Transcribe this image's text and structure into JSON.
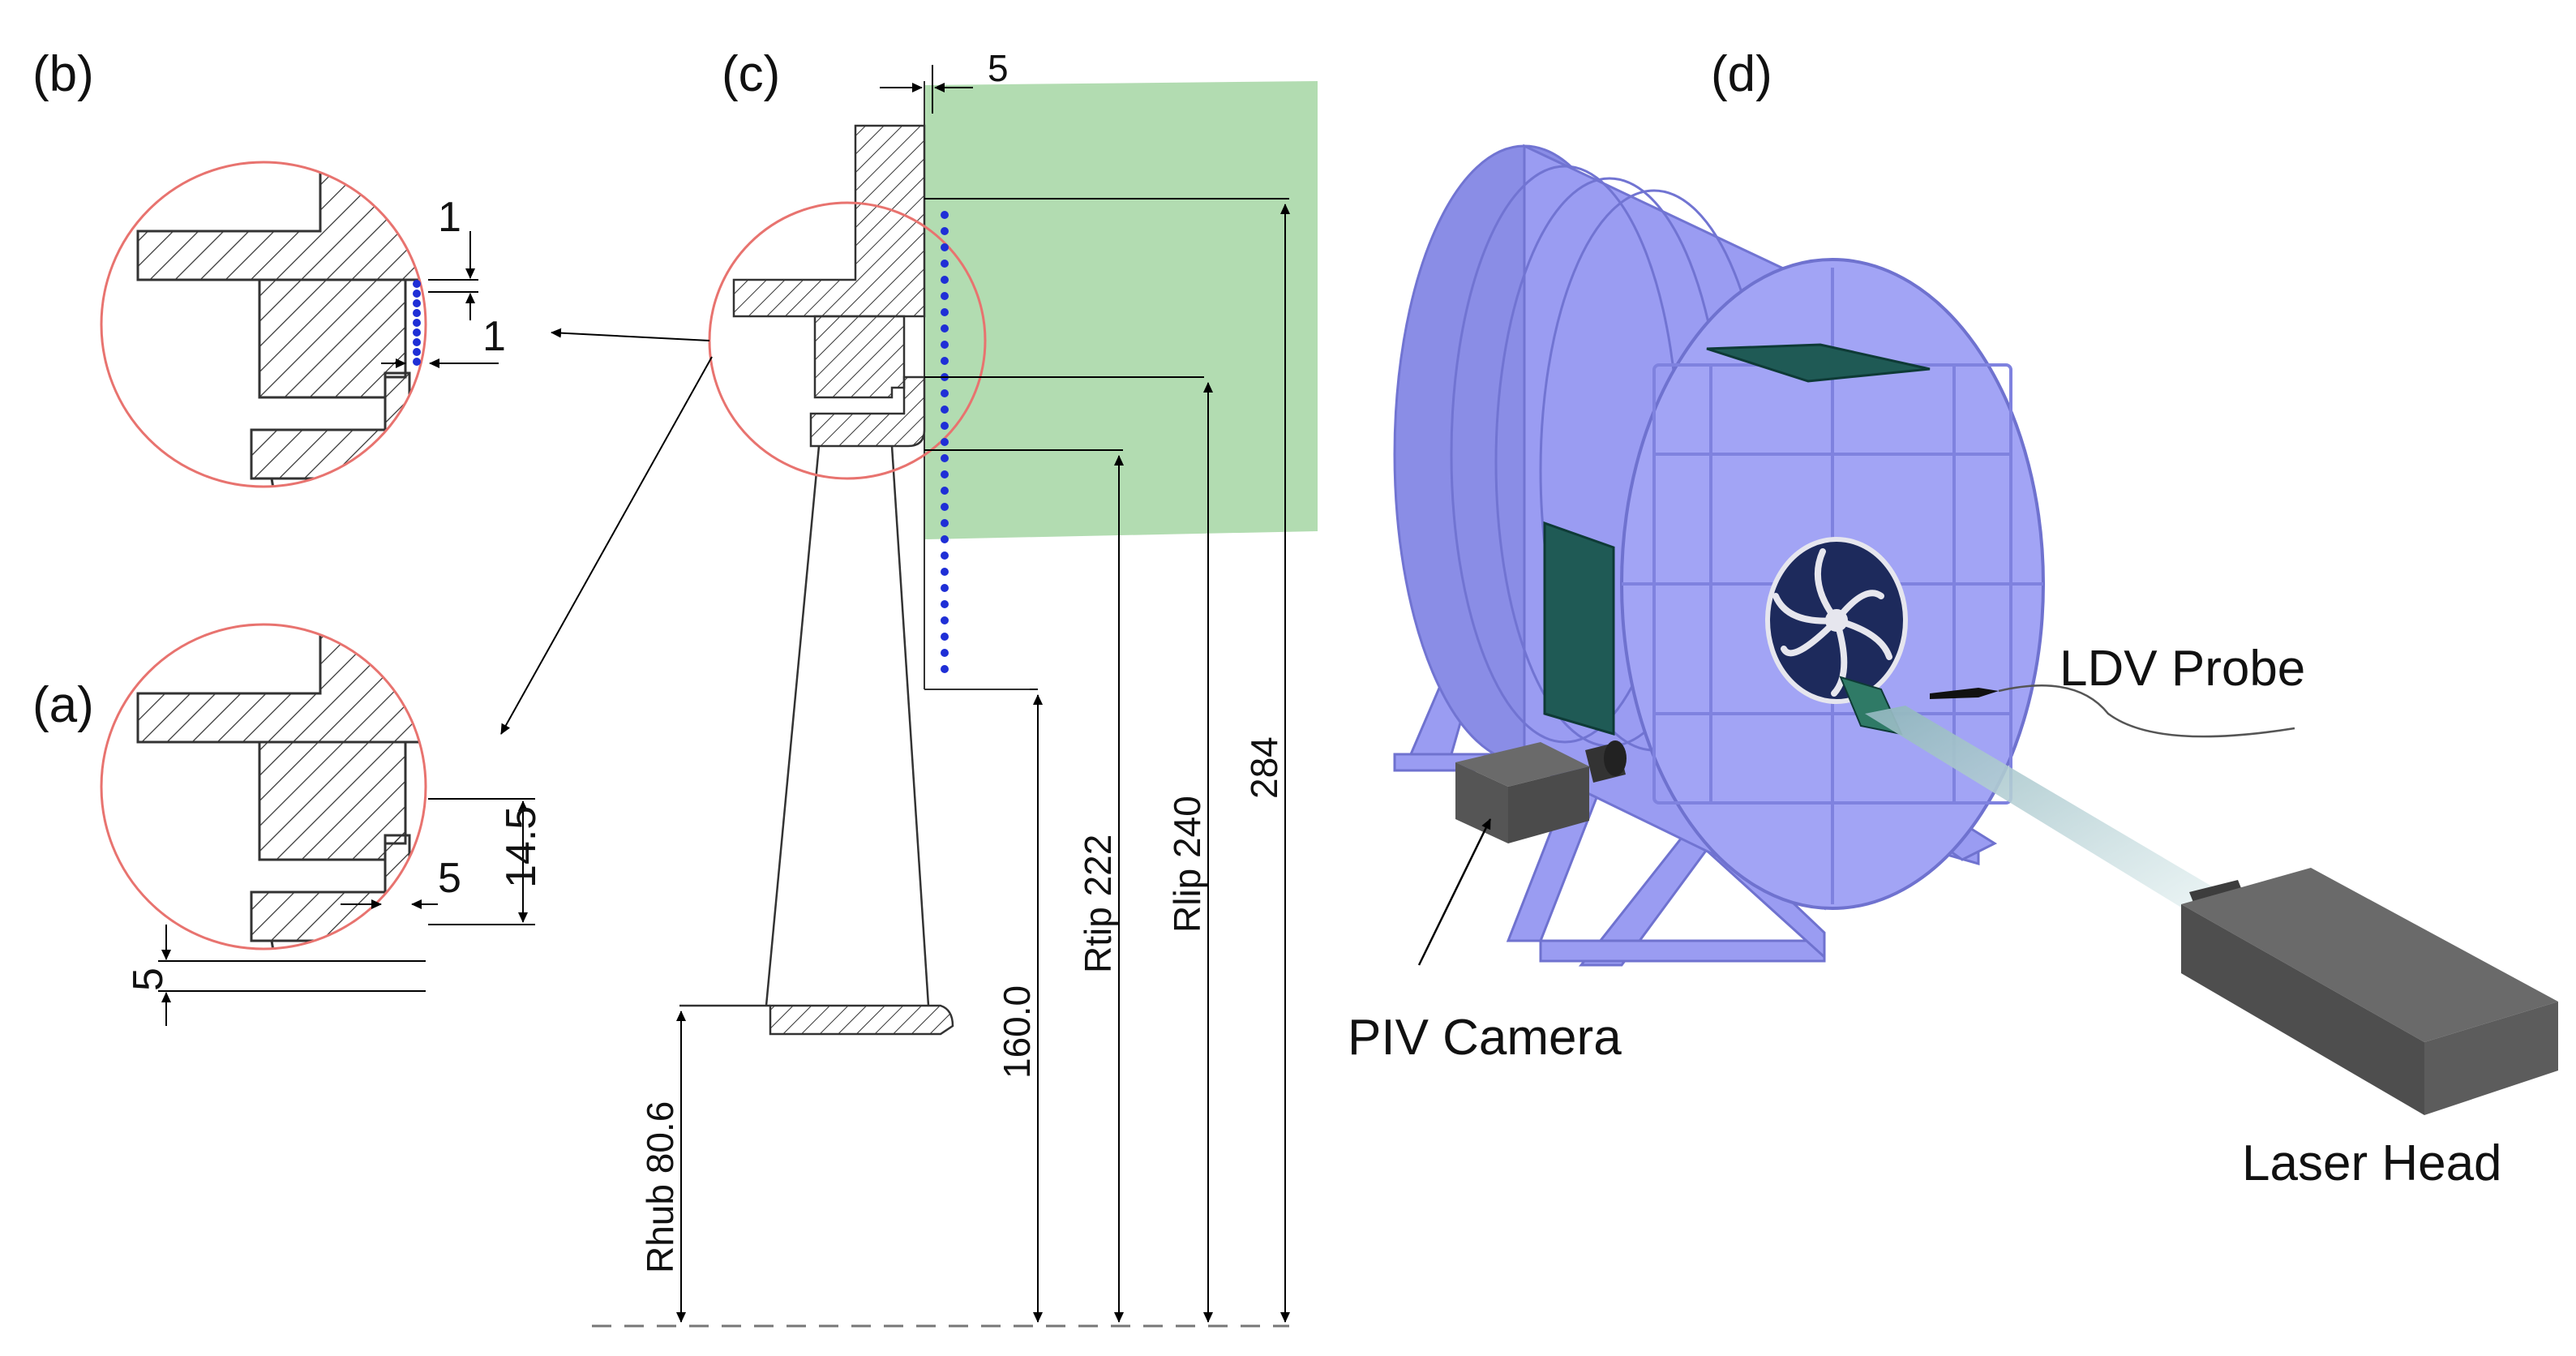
{
  "panels": {
    "a": "(a)",
    "b": "(b)",
    "c": "(c)",
    "d": "(d)"
  },
  "detail_b": {
    "gap_vertical": "1",
    "gap_horizontal": "1"
  },
  "detail_a": {
    "gap_axial": "5",
    "step_height": "14.5",
    "lip_offset": "5"
  },
  "section_c": {
    "top_offset": "5",
    "r_hub": "Rhub 80.6",
    "r_tip": "Rtip 222",
    "r_lip": "Rlip 240",
    "r_outer": "284",
    "dim_160": "160.0"
  },
  "setup_d": {
    "ldv_probe": "LDV Probe",
    "piv_camera": "PIV Camera",
    "laser_head": "Laser Head"
  },
  "colors": {
    "circle": "#e8736f",
    "hatch": "#333333",
    "piv_window": "#9fd39d",
    "points": "#1f2fd6",
    "rig": "#9a9cf2",
    "rig_dark": "#7f82df",
    "panel_green": "#1f5a55",
    "device": "#5a5a5a",
    "beam": "#cfe6e8"
  }
}
